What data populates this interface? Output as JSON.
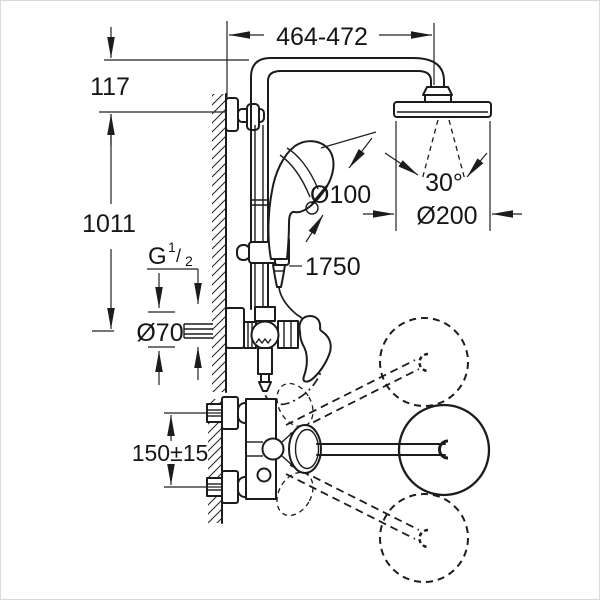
{
  "labels": {
    "arm_width": "464-472",
    "top_offset": "117",
    "rail_height": "1011",
    "thread_prefix": "G",
    "thread_numerator": "1",
    "thread_slash": "/",
    "thread_denominator": "2",
    "escutcheon_diameter": "Ø70",
    "hand_shower_diameter": "Ø100",
    "hose_length": "1750",
    "spray_angle": "30°",
    "head_shower_diameter": "Ø200",
    "connection_spacing": "150±15"
  },
  "colors": {
    "line": "#1c1c1c",
    "dimension": "#222222",
    "background": "#ffffff",
    "border": "#d9d9d9"
  }
}
